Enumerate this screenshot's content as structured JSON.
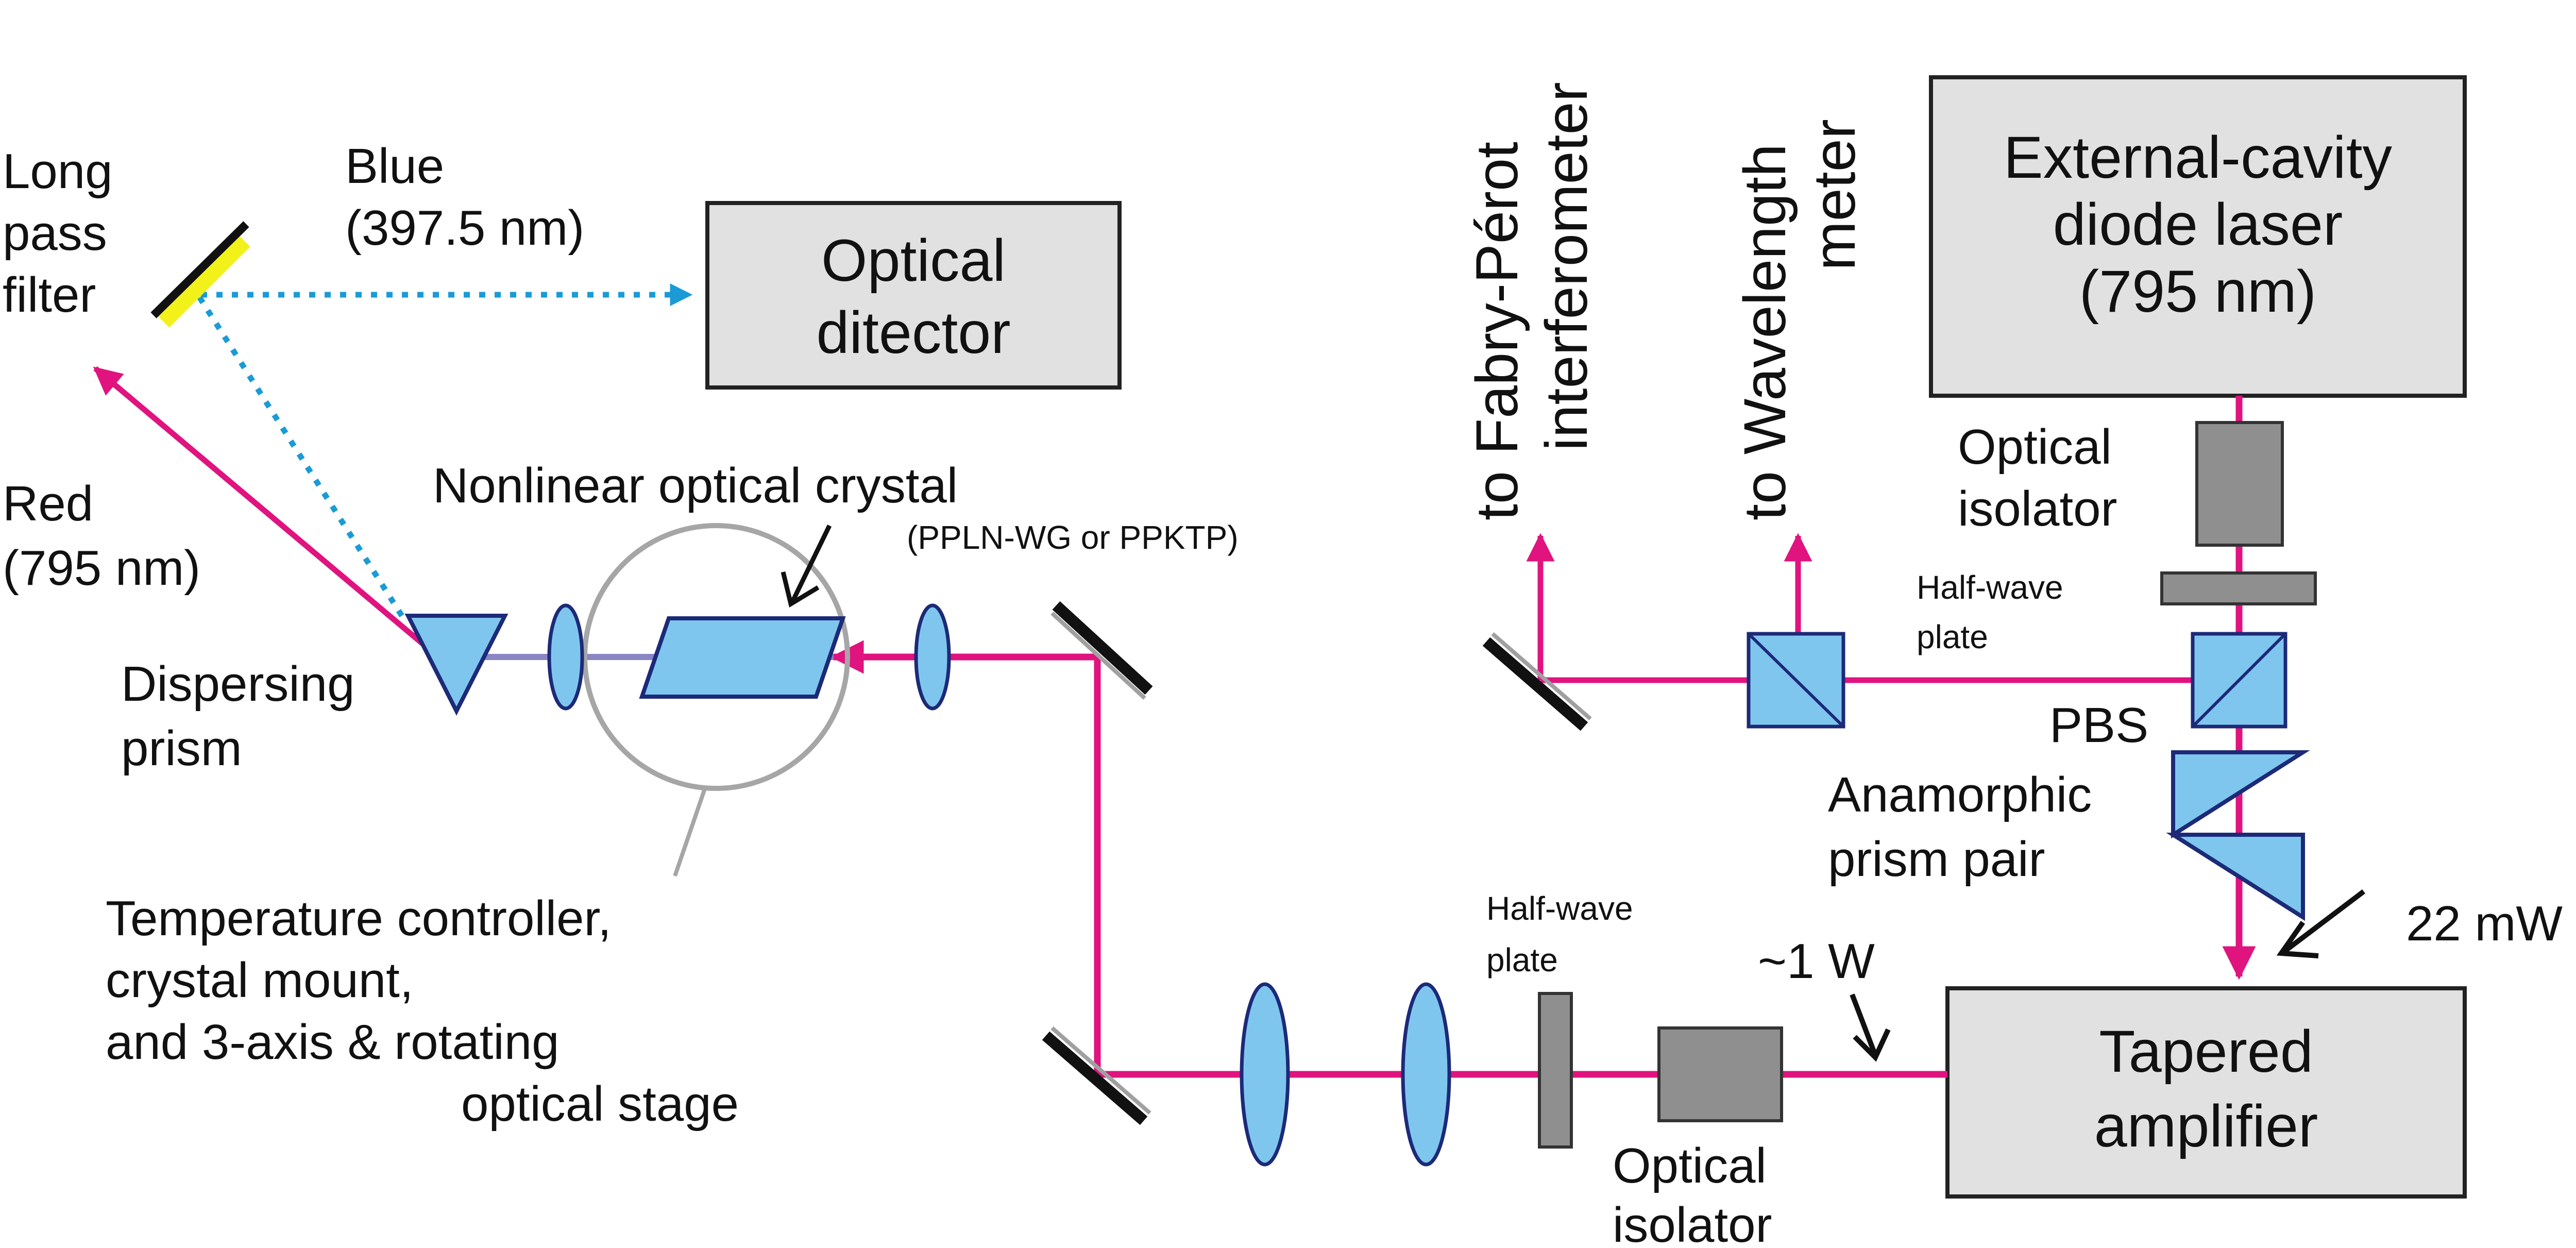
{
  "colors": {
    "beam": "#e0137f",
    "blue_beam": "#1a9bd6",
    "optic_fill": "#7fc6ee",
    "optic_edge": "#1c2a78",
    "box_fill": "#e1e1e1",
    "isolator_fill": "#8f8f8f",
    "filter_yellow": "#f2f21a",
    "circle": "#a6a6a6"
  },
  "boxes": {
    "ecdl": [
      "External-cavity",
      "diode laser",
      "(795 nm)"
    ],
    "optical_detector": [
      "Optical",
      "ditector"
    ],
    "tapered_amplifier": [
      "Tapered",
      "amplifier"
    ]
  },
  "labels": {
    "long_pass_filter": [
      "Long",
      "pass",
      "filter"
    ],
    "blue": [
      "Blue",
      "(397.5 nm)"
    ],
    "red": [
      "Red",
      "(795 nm)"
    ],
    "nonlinear_crystal": "Nonlinear optical crystal",
    "crystal_type": "(PPLN-WG or PPKTP)",
    "dispersing_prism": [
      "Dispersing",
      "prism"
    ],
    "temperature_controller": [
      "Temperature controller,",
      "crystal mount,",
      "and 3-axis & rotating",
      "optical stage"
    ],
    "to_fabry_perot": [
      "to Fabry-Pérot",
      "interferometer"
    ],
    "to_wavelength_meter": [
      "to Wavelength",
      "meter"
    ],
    "optical_isolator_top": [
      "Optical",
      "isolator"
    ],
    "half_wave_plate_top": [
      "Half-wave",
      "plate"
    ],
    "pbs": "PBS",
    "anamorphic_prism_pair": [
      "Anamorphic",
      "prism pair"
    ],
    "power_22mw": "22 mW",
    "half_wave_plate_bottom": [
      "Half-wave",
      "plate"
    ],
    "power_1w": "~1 W",
    "optical_isolator_bottom": [
      "Optical",
      "isolator"
    ]
  }
}
